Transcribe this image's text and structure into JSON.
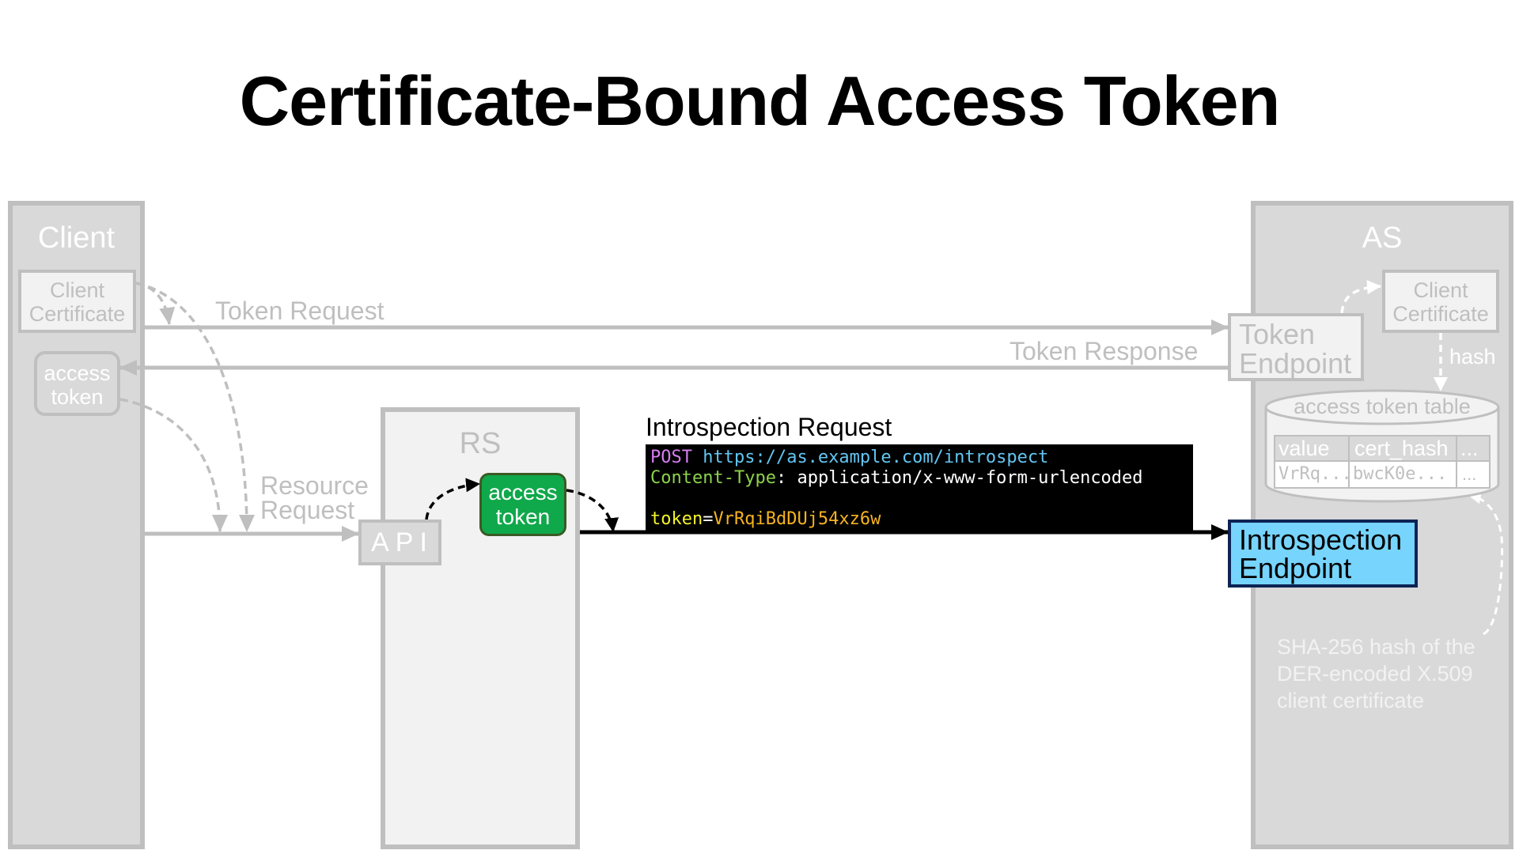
{
  "title": "Certificate-Bound Access Token",
  "colors": {
    "lane_gray": "#d9d9d9",
    "lane_light": "#f2f2f2",
    "muted_stroke": "#bfbfbf",
    "token_green": "#0fa84a",
    "token_green_border": "#3b5a24",
    "endpoint_blue": "#77d4fc",
    "endpoint_border": "#0c2454",
    "code_bg": "#000000",
    "code_method": "#d67ef2",
    "code_url": "#62c6f2",
    "code_header": "#8cd34c",
    "code_param": "#f3f32a",
    "code_value": "#f6b31f"
  },
  "client": {
    "title": "Client",
    "certificate": {
      "line1": "Client",
      "line2": "Certificate"
    },
    "access_token": {
      "line1": "access",
      "line2": "token"
    }
  },
  "rs": {
    "title": "RS",
    "api_label": "API",
    "access_token": {
      "line1": "access",
      "line2": "token"
    }
  },
  "as": {
    "title": "AS",
    "token_endpoint": {
      "line1": "Token",
      "line2": "Endpoint"
    },
    "certificate": {
      "line1": "Client",
      "line2": "Certificate"
    },
    "hash_label": "hash",
    "table": {
      "title": "access token table",
      "headers": [
        "value",
        "cert_hash",
        "..."
      ],
      "rows": [
        [
          "VrRq...",
          "bwcK0e...",
          "..."
        ]
      ]
    },
    "introspection_endpoint": {
      "line1": "Introspection",
      "line2": "Endpoint"
    },
    "note": {
      "line1": "SHA-256 hash of the",
      "line2": "DER-encoded X.509",
      "line3": "client certificate"
    }
  },
  "flows": {
    "token_request": "Token Request",
    "token_response": "Token Response",
    "resource_request": {
      "line1": "Resource",
      "line2": "Request"
    },
    "introspection_request": "Introspection Request"
  },
  "introspection_code": {
    "method": "POST",
    "url": "https://as.example.com/introspect",
    "header_name": "Content-Type",
    "header_sep": ": ",
    "header_value": "application/x-www-form-urlencoded",
    "param_name": "token",
    "param_eq": "=",
    "param_value": "VrRqiBdDUj54xz6w"
  }
}
